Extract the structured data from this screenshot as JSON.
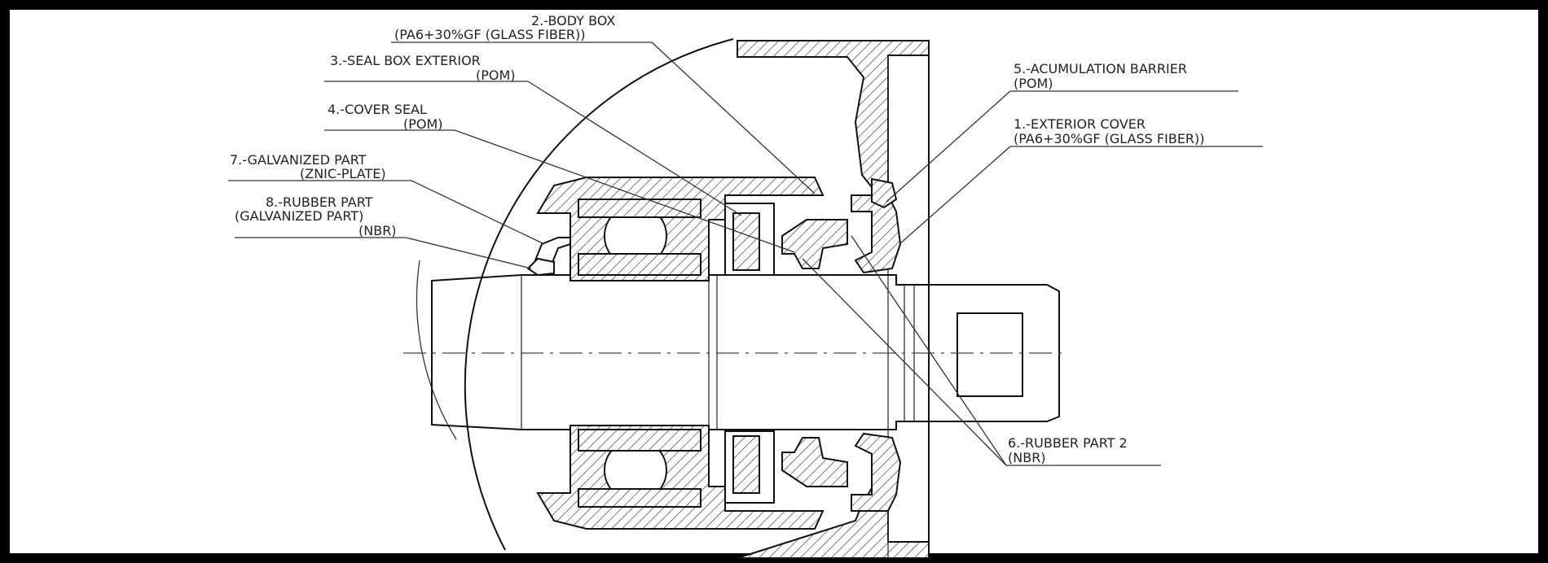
{
  "labels": [
    {
      "id": "body-box",
      "line1": "2.-BODY BOX",
      "line2": "(PA6+30%GF (GLASS FIBER))"
    },
    {
      "id": "seal-box-exterior",
      "line1": "3.-SEAL BOX EXTERIOR",
      "line2": "(POM)"
    },
    {
      "id": "cover-seal",
      "line1": "4.-COVER SEAL",
      "line2": "(POM)"
    },
    {
      "id": "galvanized-part",
      "line1": "7.-GALVANIZED PART",
      "line2": "(ZNIC-PLATE)"
    },
    {
      "id": "rubber-part",
      "line1": "8.-RUBBER PART",
      "line2": "(GALVANIZED PART)",
      "line3": "(NBR)"
    },
    {
      "id": "acumulation-barrier",
      "line1": "5.-ACUMULATION BARRIER",
      "line2": "(POM)"
    },
    {
      "id": "exterior-cover",
      "line1": "1.-EXTERIOR COVER",
      "line2": "(PA6+30%GF (GLASS FIBER))"
    },
    {
      "id": "rubber-part-2",
      "line1": "6.-RUBBER PART 2",
      "line2": "(NBR)"
    }
  ],
  "colors": {
    "frame": "#000000",
    "line": "#333333",
    "background": "#ffffff"
  }
}
